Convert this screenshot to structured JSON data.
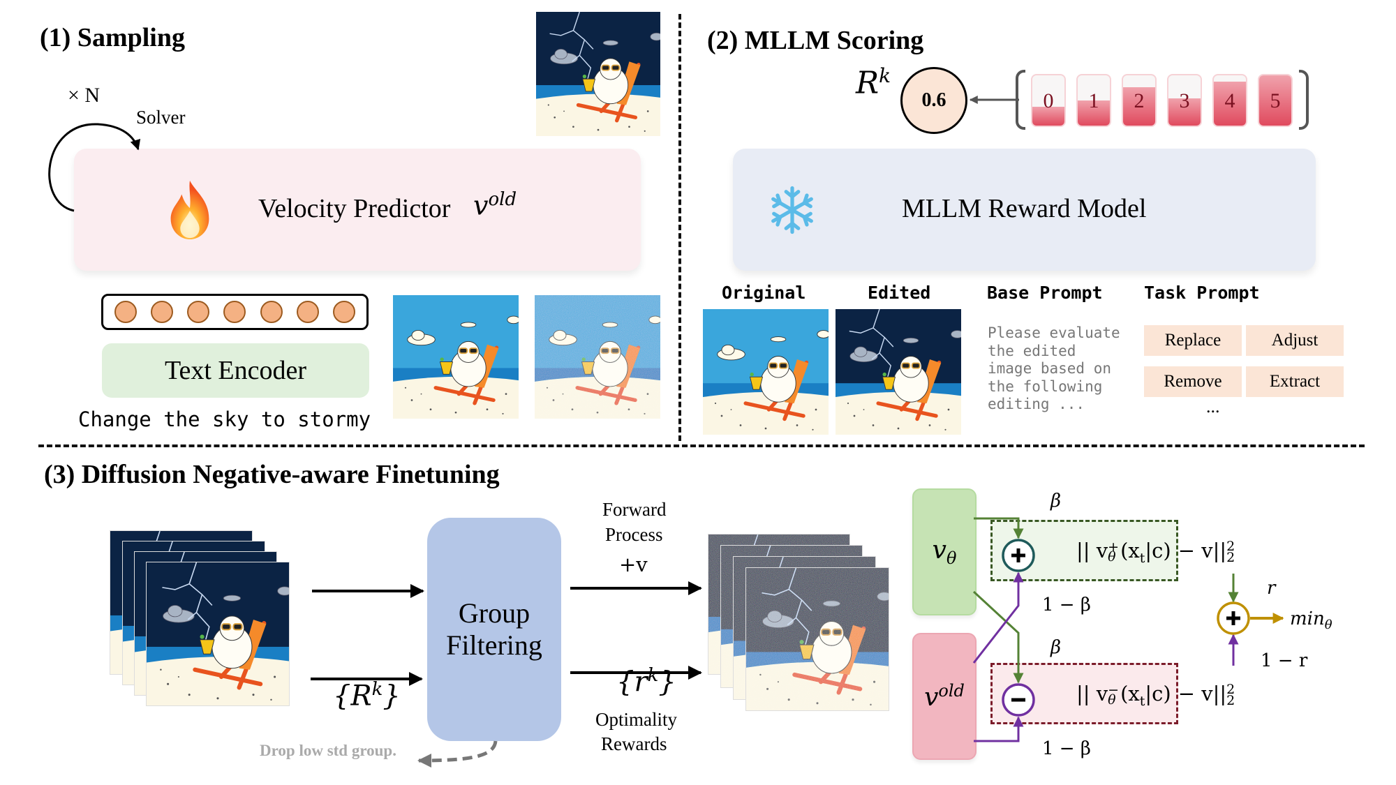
{
  "sections": {
    "sampling": {
      "title": "(1) Sampling",
      "loop_count": "× N",
      "loop_label": "Solver",
      "velocity_predictor_label": "Velocity Predictor",
      "velocity_predictor_symbol_base": "v",
      "velocity_predictor_symbol_sup": "old",
      "trainable_icon": "fire-icon",
      "text_encoder_label": "Text Encoder",
      "token_count": 7,
      "instruction": "Change the sky to stormy",
      "images": [
        "edited-stormy-beach-cat",
        "original-sunny-beach-cat",
        "noisy-sunny-beach-cat"
      ]
    },
    "scoring": {
      "title": "(2) MLLM Scoring",
      "reward_symbol_base": "R",
      "reward_symbol_sup": "k",
      "reward_value": "0.6",
      "score_levels": [
        {
          "label": "0",
          "fill": 0.38
        },
        {
          "label": "1",
          "fill": 0.5
        },
        {
          "label": "2",
          "fill": 0.76
        },
        {
          "label": "3",
          "fill": 0.54
        },
        {
          "label": "4",
          "fill": 0.88
        },
        {
          "label": "5",
          "fill": 1.0
        }
      ],
      "reward_model_label": "MLLM Reward Model",
      "frozen_icon": "snowflake-icon",
      "columns": {
        "original": "Original",
        "edited": "Edited",
        "base_prompt": "Base Prompt",
        "task_prompt": "Task Prompt"
      },
      "base_prompt_text": "Please evaluate\nthe edited\nimage based on\nthe following\nediting ...",
      "task_prompts": [
        "Replace",
        "Adjust",
        "Remove",
        "Extract"
      ],
      "task_more": "..."
    },
    "finetuning": {
      "title": "(3) Diffusion Negative-aware Finetuning",
      "group_filter_label_1": "Group",
      "group_filter_label_2": "Filtering",
      "reward_set": "{R",
      "reward_set_sup": "k",
      "reward_set_close": "}",
      "drop_note": "Drop low std group.",
      "forward_label_1": "Forward",
      "forward_label_2": "Process",
      "forward_op": "+v",
      "optimality_set": "{r",
      "optimality_set_sup": "k",
      "optimality_set_close": "}",
      "optimality_label_1": "Optimality",
      "optimality_label_2": "Rewards",
      "v_theta": {
        "base": "v",
        "sub": "θ"
      },
      "v_old": {
        "base": "v",
        "sup": "old"
      },
      "beta": "β",
      "one_minus_beta": "1 − β",
      "pos_loss": {
        "pre": "|| v",
        "sup": "+",
        "sub": "θ",
        "mid": "(x",
        "sub2": "t",
        "post": "|c)",
        "tail": "−  v||",
        "tail_sup": "2",
        "tail_sub": "2"
      },
      "neg_loss": {
        "pre": "|| v",
        "sup": "−",
        "sub": "θ",
        "mid": "(x",
        "sub2": "t",
        "post": "|c)",
        "tail": "−  v||",
        "tail_sup": "2",
        "tail_sub": "2"
      },
      "r": "r",
      "one_minus_r": "1 − r",
      "objective": "min",
      "objective_sub": "θ"
    }
  },
  "colors": {
    "velocity_panel": "#fbedf0",
    "reward_panel": "#e8ecf5",
    "text_encoder": "#e0f0dc",
    "group_filter": "#b4c6e7",
    "v_theta_box": "#c6e3b4",
    "v_old_box": "#f2b6c0",
    "positive": "#548235",
    "negative": "#7030a0",
    "combine": "#bf9000",
    "reward_circle": "#fbe5d6",
    "task_prompt": "#fbe5d6"
  }
}
